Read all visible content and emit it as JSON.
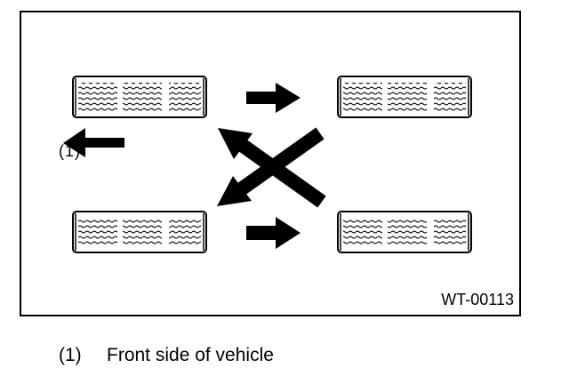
{
  "diagram": {
    "tires": [
      {
        "name": "front-left"
      },
      {
        "name": "front-right"
      },
      {
        "name": "rear-left"
      },
      {
        "name": "rear-right"
      }
    ],
    "direction_marker": "(1)",
    "figure_id": "WT-00113"
  },
  "caption": {
    "number": "(1)",
    "text": "Front side of vehicle"
  },
  "colors": {
    "ink": "#000000",
    "background": "#ffffff"
  }
}
